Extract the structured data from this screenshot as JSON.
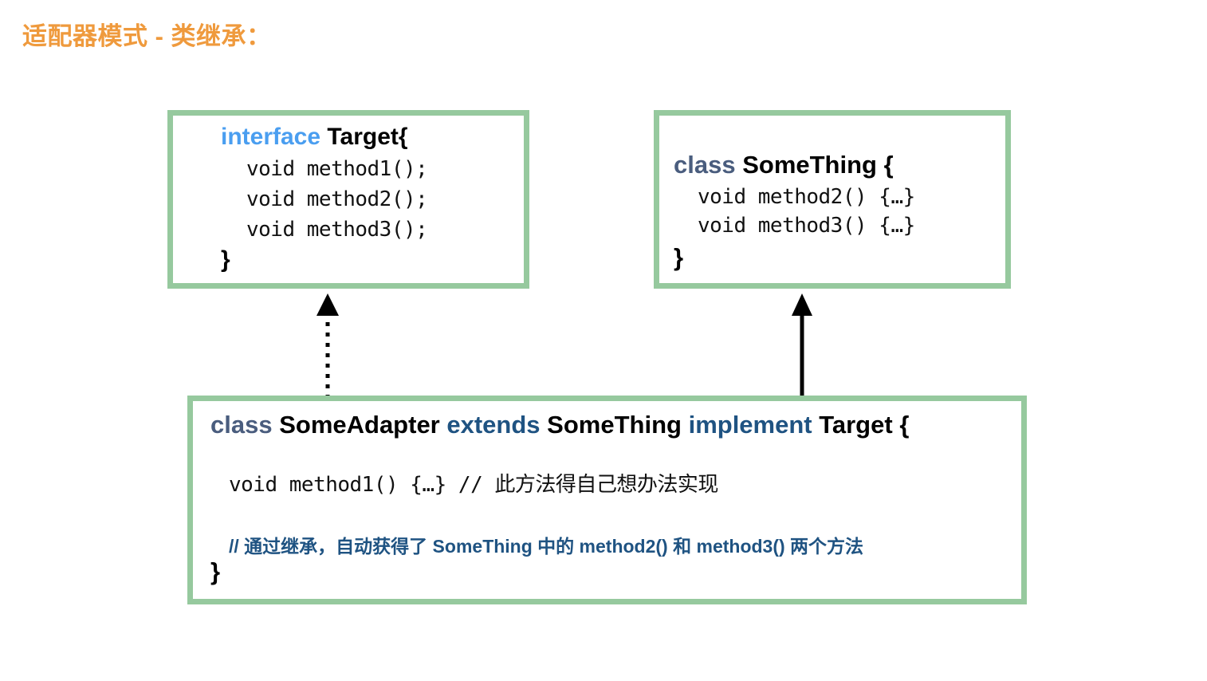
{
  "page": {
    "title": "适配器模式 - 类继承："
  },
  "colors": {
    "title_orange": "#ef9a3d",
    "box_border_green": "#96c99e",
    "keyword_interface_blue": "#4a9ef0",
    "keyword_class_slate": "#4a5d7e",
    "keyword_extends_blue": "#1f5382",
    "comment_blue": "#1f5382",
    "code_black": "#111111",
    "background": "#ffffff"
  },
  "boxes": {
    "target": {
      "header": {
        "keyword": "interface",
        "name": "Target",
        "brace": "{"
      },
      "lines": [
        "void method1();",
        "void method2();",
        "void method3();"
      ],
      "closing_brace": "}"
    },
    "something": {
      "header": {
        "keyword": "class",
        "name": "SomeThing",
        "brace": "{"
      },
      "lines": [
        "void method2() {…}",
        "void method3() {…}"
      ],
      "closing_brace": "}"
    },
    "adapter": {
      "header": {
        "keyword_class": "class",
        "name": "SomeAdapter",
        "keyword_extends": "extends",
        "super_name": "SomeThing",
        "keyword_implement": "implement",
        "interface_name": "Target",
        "brace": "{"
      },
      "method_line": "void method1() {…} // 此方法得自己想办法实现",
      "comment_line": "// 通过继承，自动获得了 SomeThing 中的 method2() 和 method3() 两个方法",
      "closing_brace": "}"
    }
  },
  "connectors": {
    "implements_arrow": {
      "style": "dotted-line-with-solid-arrowhead",
      "from": "SomeAdapter",
      "to": "Target"
    },
    "extends_arrow": {
      "style": "solid-line-with-solid-arrowhead",
      "from": "SomeAdapter",
      "to": "SomeThing"
    }
  }
}
